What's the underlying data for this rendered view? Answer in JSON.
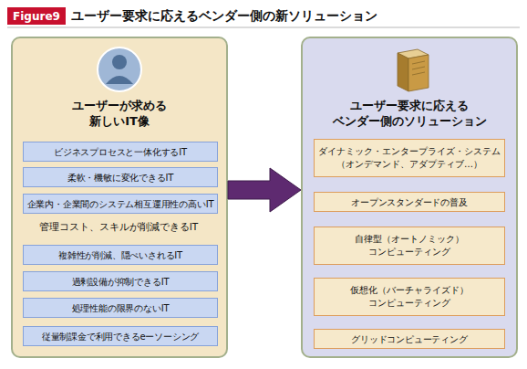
{
  "diagram": {
    "title": "ユーザー要求に応えるベンダー側の新ソリューション",
    "nodes": [
      {
        "text": [
          "ユーザーが求める 新しいIT像"
        ]
      },
      {
        "text": [
          "ビジネスプロセスと一体化するIT"
        ],
        "in": 0
      },
      {
        "text": [
          "柔軟・機敏に変化できるIT"
        ],
        "in": 0
      },
      {
        "text": [
          "企業内・企業間のシステム相互運用性の高いIT"
        ],
        "in": 0
      },
      {
        "text": [
          "複雑性が削減、隠ぺいされるIT"
        ],
        "in": 0
      },
      {
        "text": [
          "過剰設備が抑制できるIT"
        ],
        "in": 0
      },
      {
        "text": [
          "処理性能の限界のないIT"
        ],
        "in": 0
      },
      {
        "text": [
          "従量制課金で利用できるeーソーシング"
        ],
        "in": 0
      },
      {
        "text": [
          "ユーザー要求に応える ベンダー側のソリューション"
        ]
      },
      {
        "text": [
          "ダイナミック・エンタープライズ・システム （オンデマンド、アダプティブ…）"
        ],
        "in": 8
      },
      {
        "text": [
          "オープンスタンダードの普及"
        ],
        "in": 8
      },
      {
        "text": [
          "自律型（オートノミック） コンピューティング"
        ],
        "in": 8
      },
      {
        "text": [
          "仮想化（バーチャライズド） コンピューティング"
        ],
        "in": 8
      },
      {
        "text": [
          "グリッドコンピューティング"
        ],
        "in": 8
      }
    ],
    "edges": [
      {
        "from": 0,
        "to": 8,
        "arrow": "to"
      }
    ],
    "labels": [
      "Figure9",
      "管理コスト、スキルが削減できるIT"
    ]
  }
}
